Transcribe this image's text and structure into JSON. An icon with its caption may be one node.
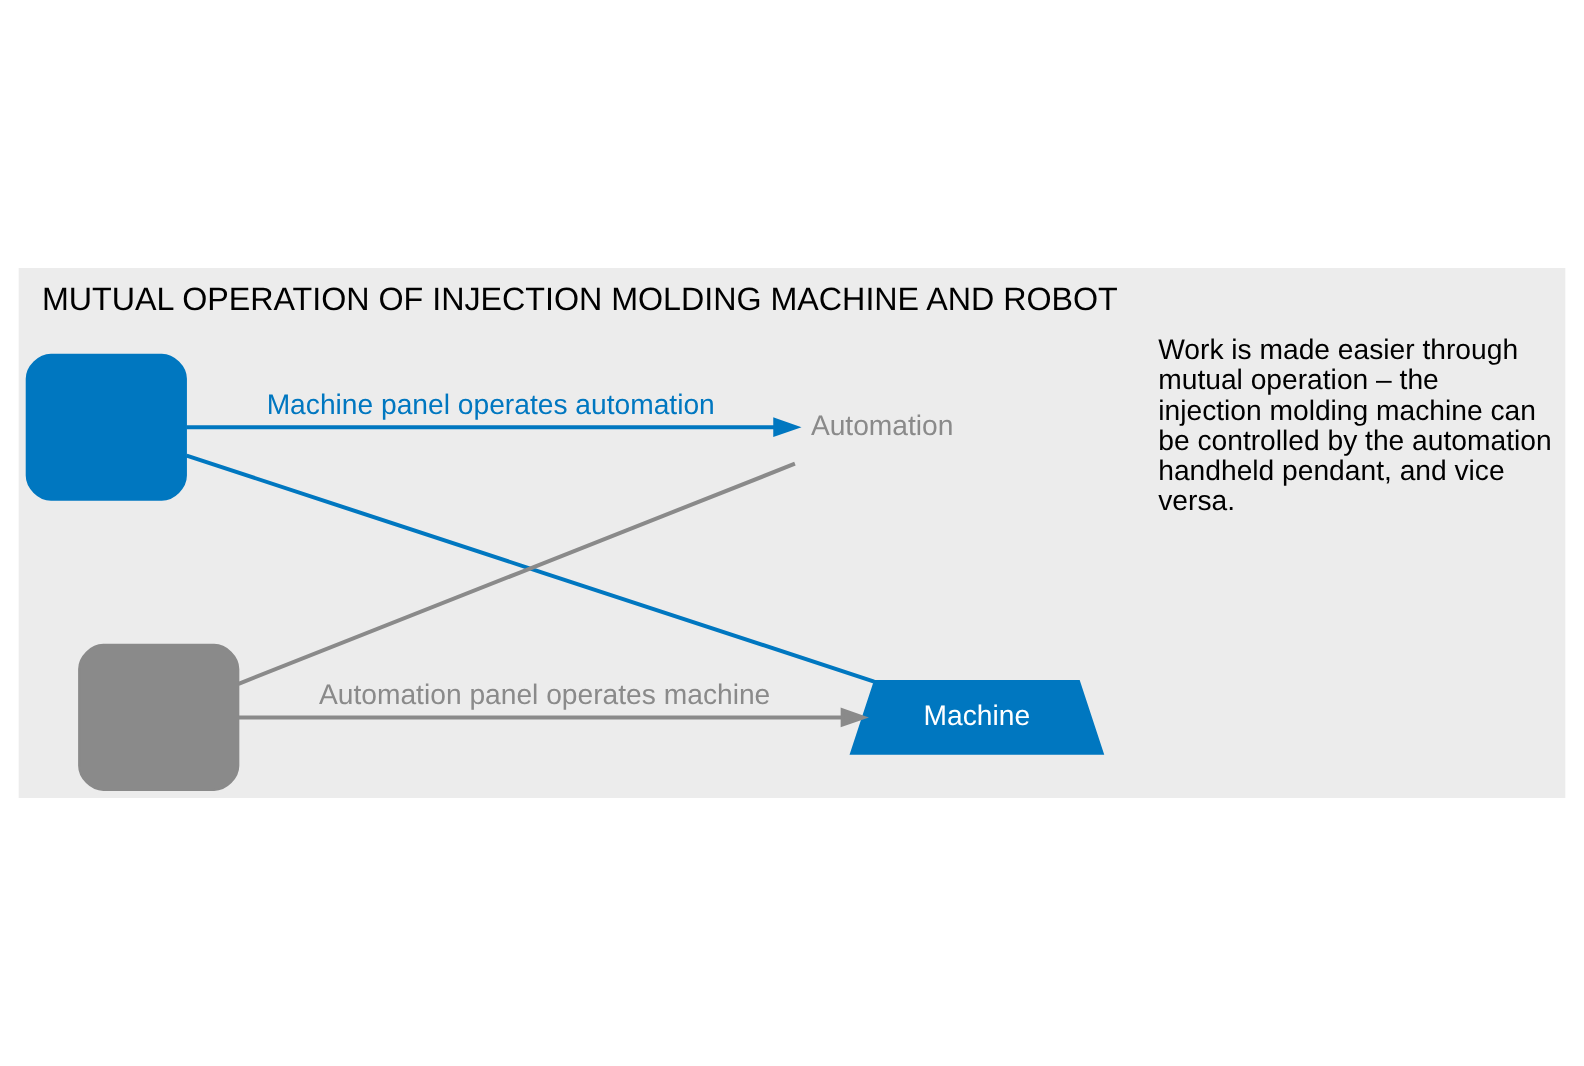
{
  "diagram": {
    "title": "MUTUAL OPERATION OF INJECTION MOLDING MACHINE AND ROBOT",
    "nodes": [
      {
        "text": [],
        "shape": "box"
      },
      {
        "text": [
          "Machine"
        ]
      },
      {
        "text": [
          "Automation"
        ]
      },
      {
        "text": [],
        "shape": "box"
      }
    ],
    "edges": [
      {
        "from": 0,
        "to": 1,
        "arrow": "none",
        "color": "#0077c0"
      },
      {
        "from": 3,
        "to": 2,
        "arrow": "none",
        "color": "#8a8a8a"
      },
      {
        "from": 0,
        "to": 2,
        "arrow": "to",
        "label": "Machine panel operates automation",
        "color": "#0077c0"
      },
      {
        "from": 3,
        "to": 1,
        "arrow": "to",
        "label": "Automation panel operates machine",
        "color": "#8a8a8a"
      }
    ],
    "labels": [
      "Work is made easier through mutual operation – the injection molding machine can be controlled by the automation handheld pendant, and vice versa."
    ]
  }
}
